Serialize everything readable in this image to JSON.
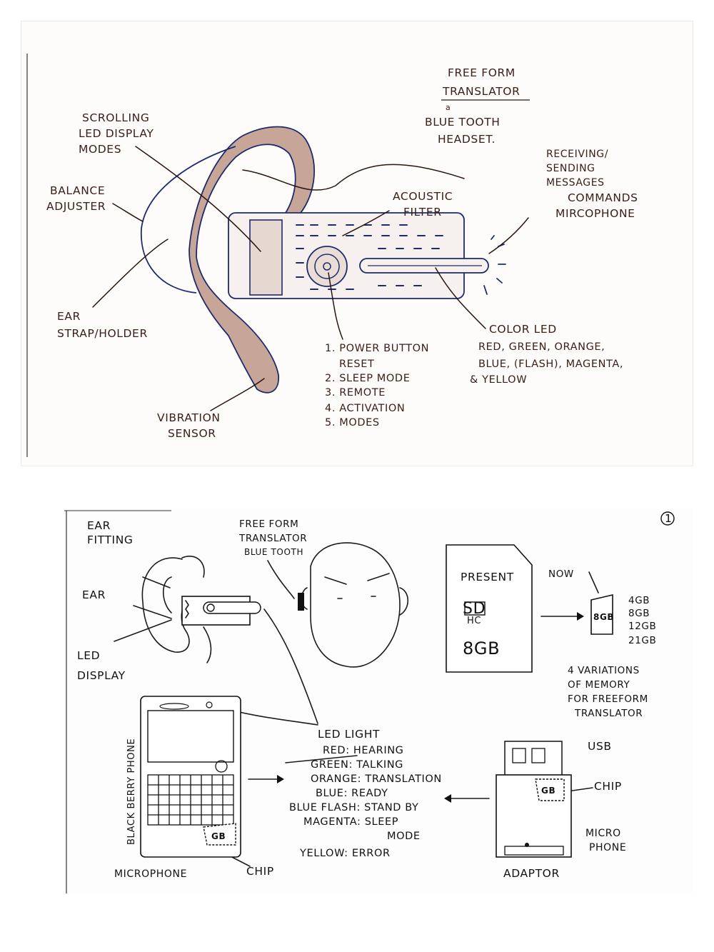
{
  "top": {
    "title": [
      "FREE FORM",
      "TRANSLATOR",
      "a",
      "BLUE TOOTH",
      "HEADSET."
    ],
    "scrolling": [
      "SCROLLING",
      "LED DISPLAY",
      "MODES"
    ],
    "balance": [
      "BALANCE",
      "ADJUSTER"
    ],
    "acoustic": [
      "ACOUSTIC",
      "FILTER"
    ],
    "receiving": [
      "RECEIVING/",
      "SENDING",
      "MESSAGES",
      "COMMANDS",
      "MIRCOPHONE"
    ],
    "ear_strap": [
      "EAR",
      "STRAP/HOLDER"
    ],
    "color_led": [
      "COLOR LED",
      "RED, GREEN, ORANGE,",
      "BLUE, (FLASH), MAGENTA,",
      "& YELLOW"
    ],
    "power_list": [
      "1. POWER BUTTON",
      "RESET",
      "2. SLEEP MODE",
      "3. REMOTE",
      "4. ACTIVATION",
      "5. MODES"
    ],
    "vibration": [
      "VIBRATION",
      "SENSOR"
    ]
  },
  "bottom": {
    "page_number": "1",
    "ear_fitting": [
      "EAR",
      "FITTING"
    ],
    "ear": "EAR",
    "led_display": [
      "LED",
      "DISPLAY"
    ],
    "translator": [
      "FREE FORM",
      "TRANSLATOR",
      "BLUE TOOTH"
    ],
    "sd_present": "PRESENT",
    "sd_logo": "SD",
    "sd_hc": "HC",
    "sd_size": "8GB",
    "now": "NOW",
    "chip_now": "8GB",
    "sizes": [
      "4GB",
      "8GB",
      "12GB",
      "21GB"
    ],
    "memory_note": [
      "4 VARIATIONS",
      "OF MEMORY",
      "FOR FREEFORM",
      "TRANSLATOR"
    ],
    "blackberry": "BLACK BERRY PHONE",
    "phone_chip": "GB",
    "microphone": "MICROPHONE",
    "chip": "CHIP",
    "led_light_title": "LED LIGHT",
    "led_states": [
      "RED: HEARING",
      "GREEN: TALKING",
      "ORANGE: TRANSLATION",
      "BLUE: READY",
      "BLUE FLASH: STAND BY",
      "MAGENTA: SLEEP",
      "MODE",
      "YELLOW: ERROR"
    ],
    "usb": "USB",
    "adaptor_chip": "GB",
    "chip2": "CHIP",
    "micro_phone": [
      "MICRO",
      "PHONE"
    ],
    "adaptor": "ADAPTOR"
  }
}
